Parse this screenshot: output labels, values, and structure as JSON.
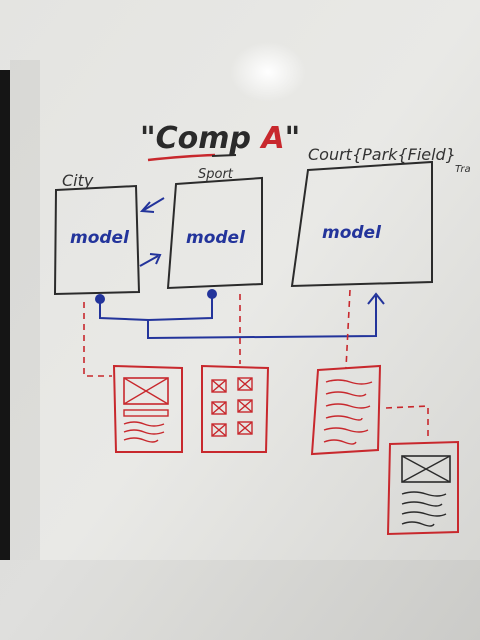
{
  "title": {
    "prefix": "\"Comp ",
    "highlight": "A",
    "suffix": "\""
  },
  "boxes": {
    "city": {
      "label": "City",
      "inner": "model"
    },
    "sport": {
      "label": "Sport",
      "inner": "model"
    },
    "court": {
      "label": "Court{Park{Field}",
      "suffix": "Tra",
      "inner": "model"
    }
  },
  "colors": {
    "ink_black": "#2b2b2b",
    "ink_blue": "#23349b",
    "ink_red": "#c8282d",
    "board": "#e6e6e3"
  }
}
